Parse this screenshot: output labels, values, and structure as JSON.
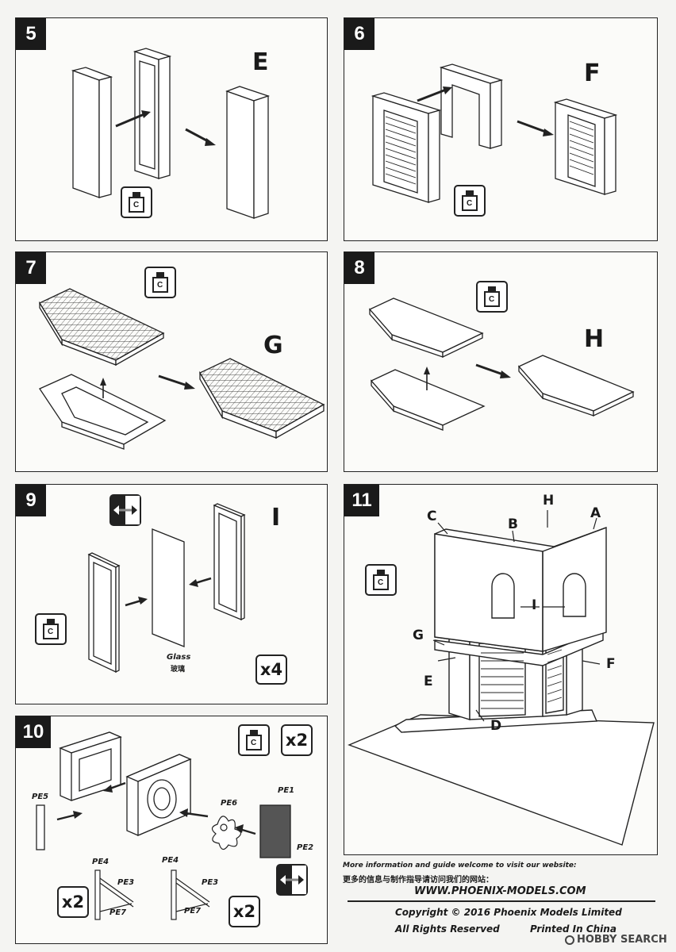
{
  "steps": {
    "s5": {
      "number": "5",
      "part": "E"
    },
    "s6": {
      "number": "6",
      "part": "F"
    },
    "s7": {
      "number": "7",
      "part": "G"
    },
    "s8": {
      "number": "8",
      "part": "H"
    },
    "s9": {
      "number": "9",
      "part": "I",
      "glass_en": "Glass",
      "glass_cn": "玻璃",
      "qty": "x4"
    },
    "s10": {
      "number": "10",
      "qty_top": "x2",
      "qty_left": "x2",
      "qty_right": "x2",
      "pe_labels": {
        "pe1": "PE1",
        "pe2": "PE2",
        "pe3a": "PE3",
        "pe3b": "PE3",
        "pe4a": "PE4",
        "pe4b": "PE4",
        "pe5": "PE5",
        "pe6": "PE6",
        "pe7a": "PE7",
        "pe7b": "PE7"
      }
    },
    "s11": {
      "number": "11",
      "labels": {
        "a": "A",
        "b": "B",
        "c": "C",
        "d": "D",
        "e": "E",
        "f": "F",
        "g": "G",
        "h": "H",
        "i": "I"
      }
    }
  },
  "glue_icon": {
    "letter": "C"
  },
  "icons": [
    "glue-bottle-icon",
    "flip-arrows-icon"
  ],
  "footer": {
    "info_en": "More information and guide welcome to visit our website:",
    "info_cn": "更多的信息与制作指导请访问我们的网站：",
    "website": "WWW.PHOENIX-MODELS.COM",
    "copyright": "Copyright © 2016 Phoenix Models Limited",
    "rights": "All Rights Reserved",
    "printed": "Printed In China",
    "watermark": "HOBBY SEARCH"
  }
}
